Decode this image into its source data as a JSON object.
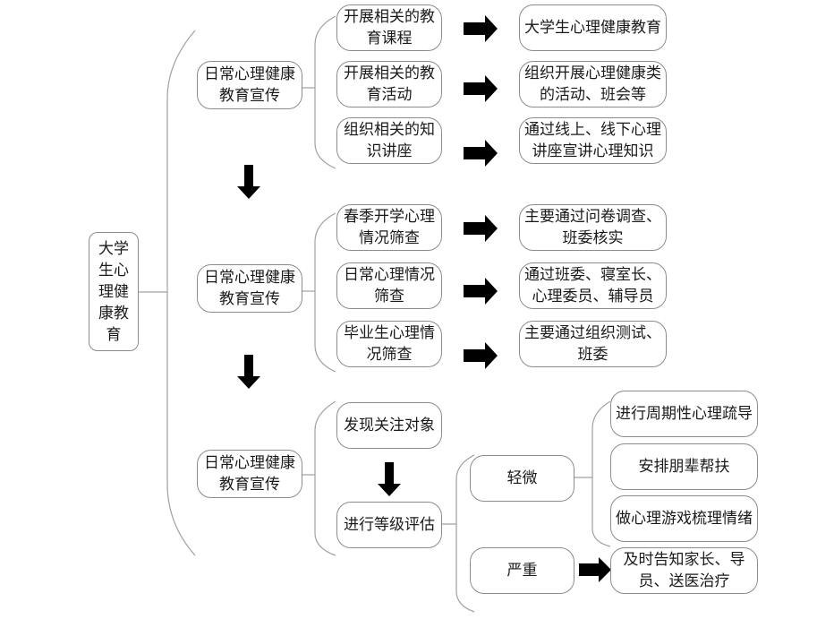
{
  "root": {
    "label": "大学生心理健康教育",
    "lines": [
      "大学",
      "生心",
      "理健",
      "康教",
      "育"
    ]
  },
  "stages": [
    {
      "label_lines": [
        "日常心理健康",
        "教育宣传"
      ],
      "items": [
        {
          "action": [
            "开展相关的教",
            "育课程"
          ],
          "result": [
            "大学生心理健康教育"
          ]
        },
        {
          "action": [
            "开展相关的教",
            "育活动"
          ],
          "result": [
            "组织开展心理健康类",
            "的活动、班会等"
          ]
        },
        {
          "action": [
            "组织相关的知",
            "识讲座"
          ],
          "result": [
            "通过线上、线下心理",
            "讲座宣讲心理知识"
          ]
        }
      ]
    },
    {
      "label_lines": [
        "日常心理健康",
        "教育宣传"
      ],
      "items": [
        {
          "action": [
            "春季开学心理",
            "情况筛查"
          ],
          "result": [
            "主要通过问卷调查、",
            "班委核实"
          ]
        },
        {
          "action": [
            "日常心理情况",
            "筛查"
          ],
          "result": [
            "通过班委、寝室长、",
            "心理委员、辅导员"
          ]
        },
        {
          "action": [
            "毕业生心理情",
            "况筛查"
          ],
          "result": [
            "主要通过组织测试、",
            "班委"
          ]
        }
      ]
    },
    {
      "label_lines": [
        "日常心理健康",
        "教育宣传"
      ],
      "step1": "发现关注对象",
      "step2": "进行等级评估",
      "levels": {
        "mild": {
          "label": "轻微",
          "measures": [
            "进行周期性心理疏导",
            "安排朋辈帮扶",
            "做心理游戏梳理情绪"
          ]
        },
        "severe": {
          "label": "严重",
          "measure_lines": [
            "及时告知家长、导",
            "员、送医治疗"
          ]
        }
      }
    }
  ],
  "colors": {
    "border": "#8c8c8c",
    "arrow": "#000000",
    "line": "#9a9a9a"
  }
}
